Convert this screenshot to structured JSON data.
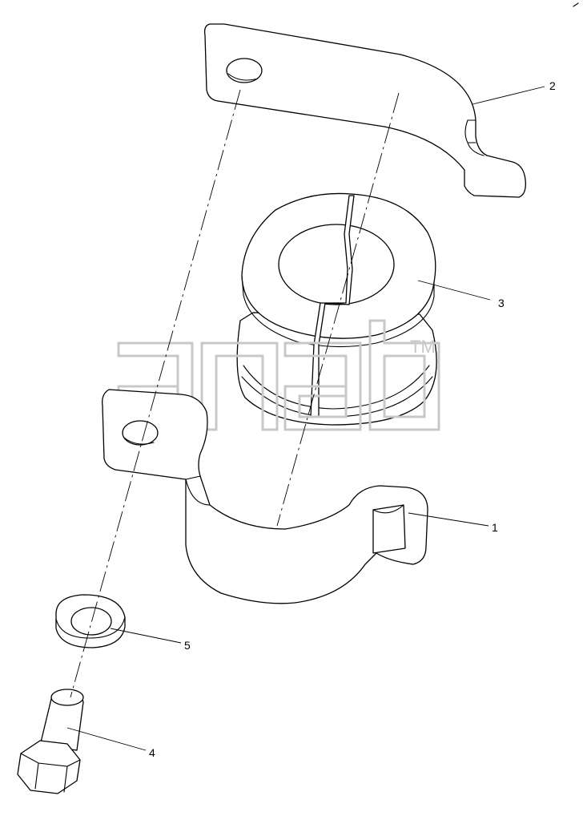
{
  "callouts": [
    {
      "id": "1",
      "label": "1"
    },
    {
      "id": "2",
      "label": "2"
    },
    {
      "id": "3",
      "label": "3"
    },
    {
      "id": "4",
      "label": "4"
    },
    {
      "id": "5",
      "label": "5"
    }
  ],
  "watermark": {
    "wordmark": "anab",
    "trademark": "TM"
  },
  "colors": {
    "line": "#000000",
    "watermark": "#c8c8c8",
    "background": "#ffffff"
  }
}
